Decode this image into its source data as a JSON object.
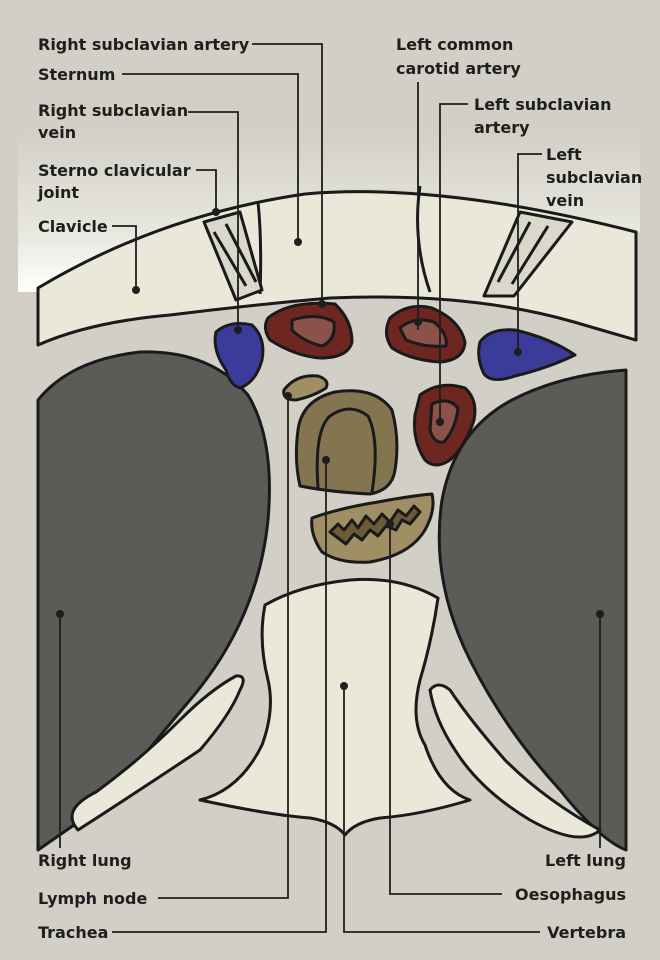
{
  "labels": {
    "right_subclavian_artery": "Right subclavian artery",
    "sternum": "Sternum",
    "right_subclavian_vein": [
      "Right subclavian",
      "vein"
    ],
    "sterno_clavicular_joint": [
      "Sterno clavicular",
      "joint"
    ],
    "clavicle": "Clavicle",
    "left_common_carotid_artery": [
      "Left common",
      "carotid artery"
    ],
    "left_subclavian_artery": [
      "Left subclavian",
      "artery"
    ],
    "left_subclavian_vein": [
      "Left",
      "subclavian",
      "vein"
    ],
    "right_lung": "Right lung",
    "left_lung": "Left lung",
    "lymph_node": "Lymph node",
    "oesophagus": "Oesophagus",
    "trachea": "Trachea",
    "vertebra": "Vertebra"
  },
  "colors": {
    "background": "#d1cfc6",
    "bone": "#e9e8d9",
    "lung": "#5b5b58",
    "artery": "#6d2620",
    "artery_inner": "#8a5248",
    "vein": "#3b3c9a",
    "trachea": "#857450",
    "node": "#a08f64",
    "border": "#ffffff"
  }
}
